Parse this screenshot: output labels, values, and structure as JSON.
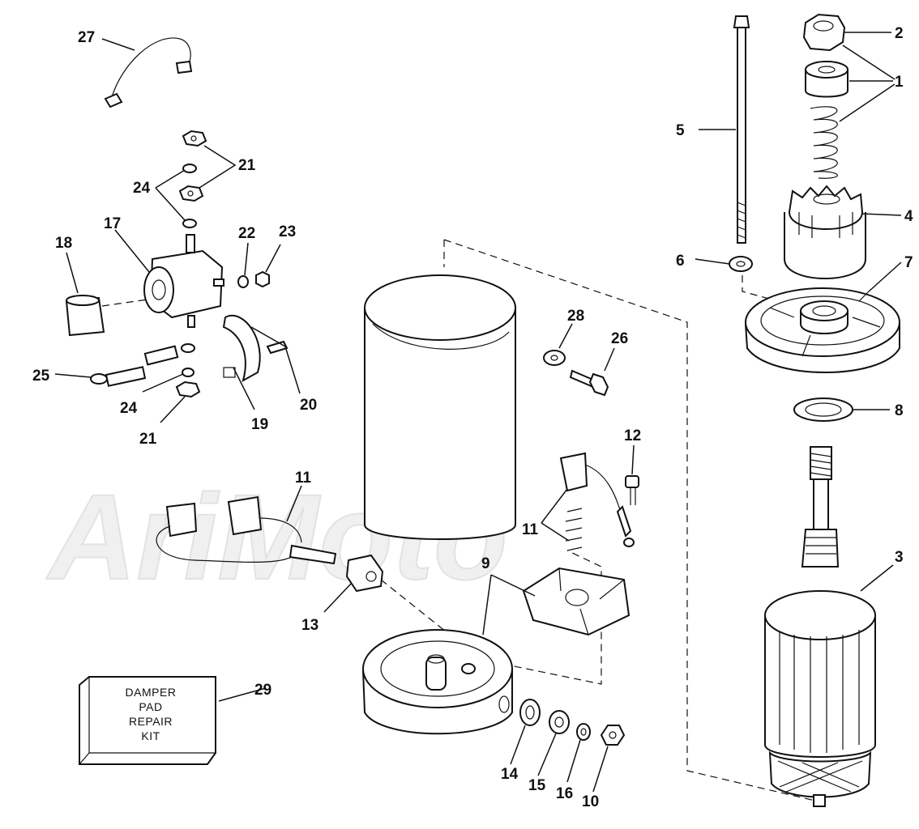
{
  "watermark": "AriMoto",
  "kit_label": [
    "DAMPER",
    "PAD",
    "REPAIR",
    "KIT"
  ],
  "callouts": {
    "c1": "1",
    "c2": "2",
    "c3": "3",
    "c4": "4",
    "c5": "5",
    "c6": "6",
    "c7": "7",
    "c8": "8",
    "c9": "9",
    "c10": "10",
    "c11a": "11",
    "c11b": "11",
    "c12": "12",
    "c13": "13",
    "c14": "14",
    "c15": "15",
    "c16": "16",
    "c17": "17",
    "c18": "18",
    "c19": "19",
    "c20": "20",
    "c21a": "21",
    "c21b": "21",
    "c22": "22",
    "c23": "23",
    "c24a": "24",
    "c24b": "24",
    "c25": "25",
    "c26": "26",
    "c27": "27",
    "c28": "28",
    "c29": "29"
  }
}
